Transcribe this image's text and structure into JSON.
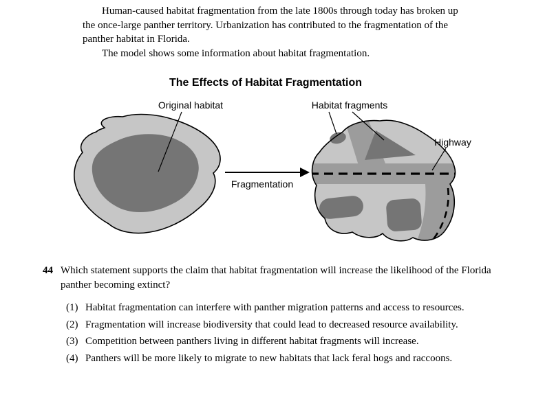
{
  "intro": {
    "paragraph1": "Human-caused habitat fragmentation from the late 1800s through today has broken up the once-large panther territory. Urbanization has contributed to the fragmentation of the panther habitat in Florida.",
    "paragraph2": "The model shows some information about habitat fragmentation."
  },
  "diagram": {
    "title": "The Effects of Habitat Fragmentation",
    "labels": {
      "original_habitat": "Original habitat",
      "habitat_fragments": "Habitat fragments",
      "highway": "Highway",
      "fragmentation": "Fragmentation"
    },
    "colors": {
      "light_gray": "#c6c6c6",
      "medium_gray": "#9c9c9c",
      "dark_gray": "#757575",
      "outline": "#000000"
    }
  },
  "question": {
    "number": "44",
    "text": "Which statement supports the claim that habitat fragmentation will increase the likelihood of the Florida panther becoming extinct?",
    "options": [
      {
        "number": "(1)",
        "text": "Habitat fragmentation can interfere with panther migration patterns and access to resources."
      },
      {
        "number": "(2)",
        "text": "Fragmentation will increase biodiversity that could lead to decreased resource availability."
      },
      {
        "number": "(3)",
        "text": "Competition between panthers living in different habitat fragments will increase."
      },
      {
        "number": "(4)",
        "text": "Panthers will be more likely to migrate to new habitats that lack feral hogs and raccoons."
      }
    ]
  }
}
